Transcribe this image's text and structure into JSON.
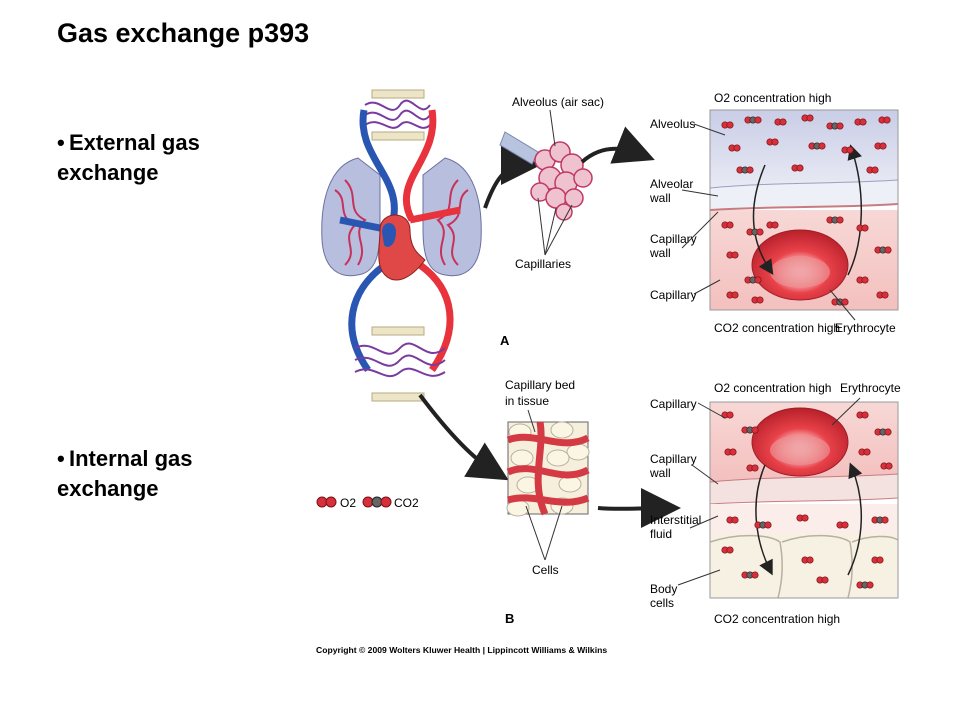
{
  "slide": {
    "title": "Gas exchange p393",
    "bullets": [
      {
        "line1": "External gas",
        "line2": "exchange"
      },
      {
        "line1": "Internal gas",
        "line2": "exchange"
      }
    ]
  },
  "figure": {
    "panel_a": {
      "letter": "A",
      "alveolus_label": "Alveolus (air sac)",
      "capillaries_label": "Capillaries",
      "o2_high": "O2 concentration high",
      "co2_high": "CO2 concentration high",
      "labels": [
        "Alveolus",
        "Alveolar",
        "wall",
        "Capillary",
        "wall",
        "Capillary",
        "Erythrocyte"
      ]
    },
    "panel_b": {
      "letter": "B",
      "bed_label_1": "Capillary bed",
      "bed_label_2": "in tissue",
      "cells_label": "Cells",
      "o2_high": "O2 concentration high",
      "co2_high": "CO2 concentration high",
      "erythrocyte": "Erythrocyte",
      "labels": [
        "Capillary",
        "Capillary",
        "wall",
        "Interstitial",
        "fluid",
        "Body",
        "cells"
      ]
    },
    "legend": {
      "o2": "O2",
      "co2": "CO2"
    },
    "copyright": "Copyright © 2009 Wolters Kluwer Health | Lippincott Williams & Wilkins",
    "colors": {
      "oxygenated": "#e8323c",
      "deoxygenated": "#2956b2",
      "molecule": "#d8303a",
      "plasma": "#f6d4d2",
      "alveolus": "#dcdff0"
    }
  }
}
